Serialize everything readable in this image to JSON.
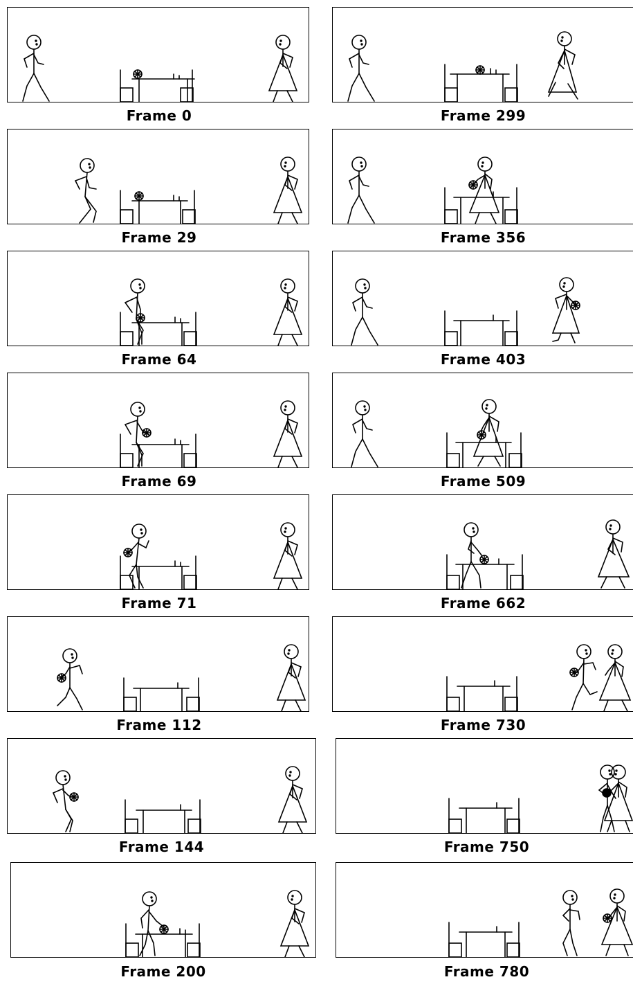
{
  "frames": [
    {
      "caption": "Frame 0"
    },
    {
      "caption": "Frame 299"
    },
    {
      "caption": "Frame 29"
    },
    {
      "caption": "Frame 356"
    },
    {
      "caption": "Frame 64"
    },
    {
      "caption": "Frame 403"
    },
    {
      "caption": "Frame 69"
    },
    {
      "caption": "Frame 509"
    },
    {
      "caption": "Frame 71"
    },
    {
      "caption": "Frame 662"
    },
    {
      "caption": "Frame 112"
    },
    {
      "caption": "Frame 730"
    },
    {
      "caption": "Frame 144"
    },
    {
      "caption": "Frame 750"
    },
    {
      "caption": "Frame 200"
    },
    {
      "caption": "Frame 780"
    }
  ]
}
